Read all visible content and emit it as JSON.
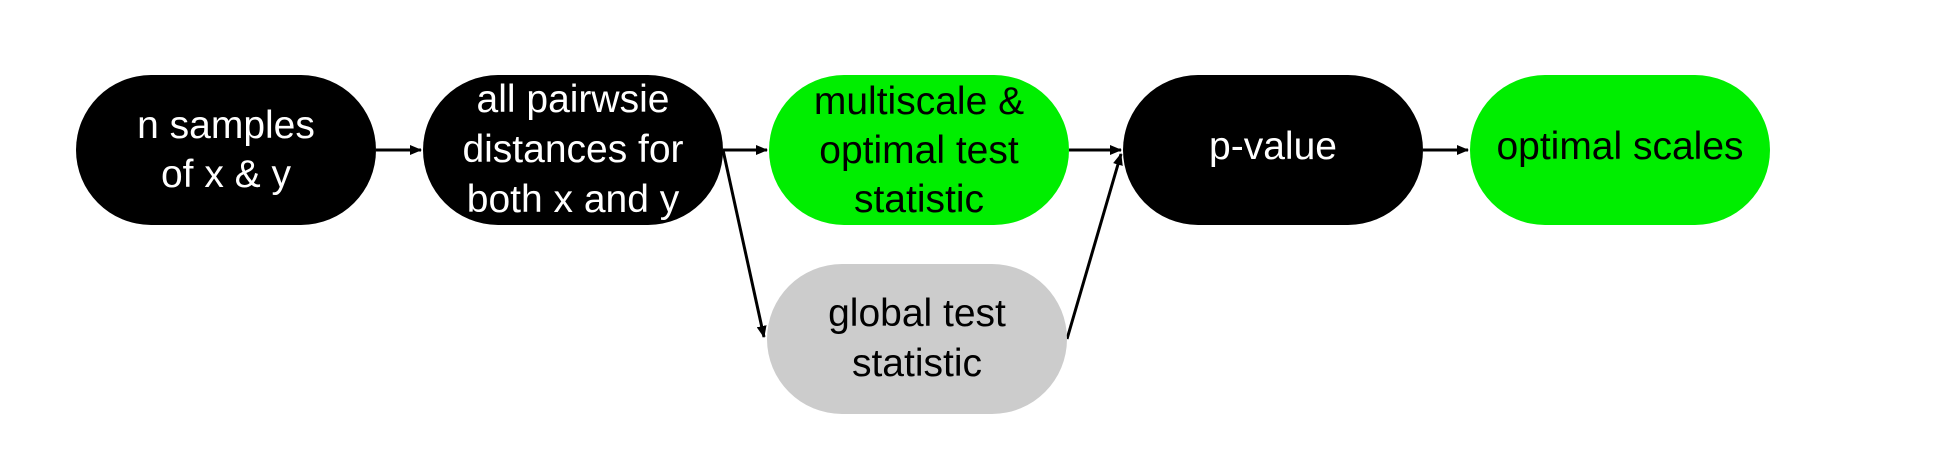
{
  "diagram": {
    "nodes": {
      "samples": {
        "label": "n samples\nof x & y",
        "fill": "#000000",
        "text_color": "#ffffff"
      },
      "distances": {
        "label": "all pairwsie\ndistances for\nboth x and y",
        "fill": "#000000",
        "text_color": "#ffffff"
      },
      "multiscale": {
        "label": "multiscale &\noptimal test\nstatistic",
        "fill": "#00ee00",
        "text_color": "#000000"
      },
      "pvalue": {
        "label": "p-value",
        "fill": "#000000",
        "text_color": "#ffffff"
      },
      "optimal_scales": {
        "label": "optimal scales",
        "fill": "#00ee00",
        "text_color": "#000000"
      },
      "global": {
        "label": "global test\nstatistic",
        "fill": "#cccccc",
        "text_color": "#000000"
      }
    },
    "edges": [
      {
        "from": "samples",
        "to": "distances"
      },
      {
        "from": "distances",
        "to": "multiscale"
      },
      {
        "from": "distances",
        "to": "global"
      },
      {
        "from": "multiscale",
        "to": "pvalue"
      },
      {
        "from": "global",
        "to": "pvalue"
      },
      {
        "from": "pvalue",
        "to": "optimal_scales"
      }
    ],
    "edge_color": "#000000"
  }
}
